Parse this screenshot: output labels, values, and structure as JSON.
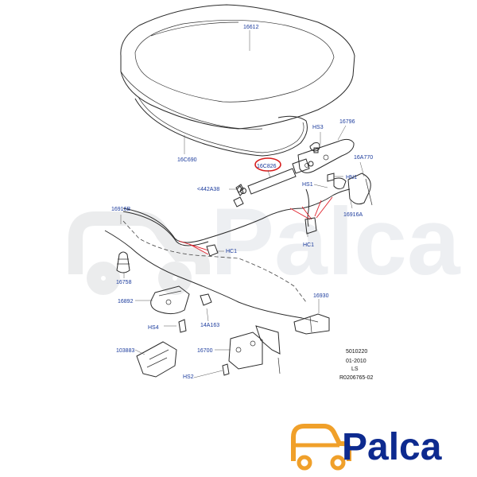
{
  "diagram": {
    "labels": {
      "hood": "16612",
      "seal": "16C690",
      "prop_rod": "16C826",
      "bolt_left": "<442A38",
      "hs3": "HS3",
      "hinge": "16796",
      "hinge_bracket": "16A770",
      "hn1": "HN1",
      "hs1": "HS1",
      "cable_end": "16916A",
      "hc1_right": "HC1",
      "hc1_mid": "HC1",
      "release_cable": "16916B",
      "bumper": "16758",
      "lever": "16892",
      "hs4": "HS4",
      "clip": "14A163",
      "striker": "16930",
      "latch_bracket": "103883",
      "latch": "16700",
      "hs2": "HS2"
    },
    "ref": {
      "line1": "5010220",
      "line2": "01-2010",
      "line3": "LS",
      "line4": "R0206765-02"
    },
    "highlight": "16C826"
  },
  "logo": {
    "brand": "Palca",
    "colors": {
      "icon": "#f0a02a",
      "text": "#0d2a8f"
    }
  },
  "watermark": {
    "text": "Palca"
  }
}
